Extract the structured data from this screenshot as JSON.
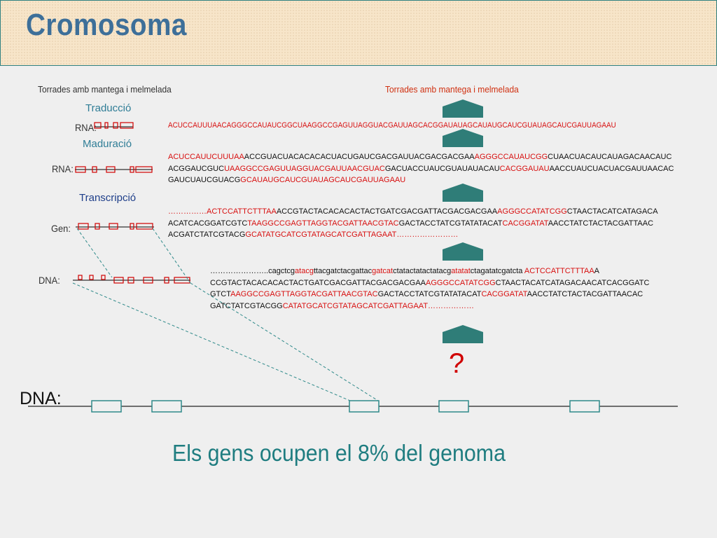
{
  "title": "Cromosoma",
  "labels": {
    "torrades_left": "Torrades amb mantega i melmelada",
    "torrades_right": "Torrades amb mantega i melmelada",
    "traduccio": "Traducció",
    "maduracio": "Maduració",
    "transcripcio": "Transcripció",
    "rna_top": "RNA:",
    "rna_mid": "RNA:",
    "gen": "Gen:",
    "dna_small": "DNA:",
    "dna_big": "DNA:",
    "question": "?",
    "conclusion": "Els gens ocupen el 8% del genoma"
  },
  "sequences": {
    "protein_rna": "ACUCCAUUUAACAGGGCCAUAUCGGCUAAGGCCGAGUUAGGUACGAUUAGCACGGAUAUAGCAUAUGCAUCGUAUAGCAUCGAUUAGAAU",
    "mature": [
      [
        [
          "r",
          "ACUCCAUUCUUUAA"
        ],
        [
          "k",
          "ACCGUACUACACACACUACUGAUCGACGAUUACGACGACGAA"
        ],
        [
          "r",
          "AGGGCCAUAUCGG"
        ],
        [
          "k",
          "CUAACUACAUCAUAGACAACAUC"
        ]
      ],
      [
        [
          "k",
          "ACGGAUCGUC"
        ],
        [
          "r",
          "UAAGGCCGAGUUAGGUACGAUUAACGUAC"
        ],
        [
          "k",
          "GACUACCUAUCGUAUAUACAU"
        ],
        [
          "r",
          "CACGGAUAU"
        ],
        [
          "k",
          "AACCUAUCUACUACGAUUAACAC"
        ]
      ],
      [
        [
          "k",
          "GAUCUAUCGUACG"
        ],
        [
          "r",
          "GCAUAUGCAUCGUAUAGCAUCGAUUAGAAU"
        ]
      ]
    ],
    "gene": [
      [
        [
          "r",
          "……………ACTCCATTCTTTAA"
        ],
        [
          "k",
          "ACCGTACTACACACACTACTGATCGACGATTACGACGACGAA"
        ],
        [
          "r",
          "AGGGCCATATCGG"
        ],
        [
          "k",
          "CTAACTACATCATAGACA"
        ]
      ],
      [
        [
          "k",
          "ACATCACGGATCGTC"
        ],
        [
          "r",
          "TAAGGCCGAGTTAGGTACGATTAACGTAC"
        ],
        [
          "k",
          "GACTACCTATCGTATATACAT"
        ],
        [
          "r",
          "CACGGATAT"
        ],
        [
          "k",
          "AACCTATCTACTACGATTAAC"
        ]
      ],
      [
        [
          "k",
          "ACGATCTATCGTACG"
        ],
        [
          "r",
          "GCATATGCATCGTATAGCATCGATTAGAAT……………………"
        ]
      ]
    ],
    "dna": [
      [
        [
          "k",
          "…………………..cagctcg"
        ],
        [
          "r",
          "atacg"
        ],
        [
          "k",
          "ttacgatctacgattac"
        ],
        [
          "r",
          "gatcat"
        ],
        [
          "k",
          "ctatactatactatacg"
        ],
        [
          "r",
          "atatat"
        ],
        [
          "k",
          "ctagatatcgatcta "
        ],
        [
          "r",
          "ACTCCATTCTTTAA"
        ],
        [
          "k",
          "A"
        ]
      ],
      [
        [
          "k",
          "CCGTACTACACACACTACTGATCGACGATTACGACGACGAA"
        ],
        [
          "r",
          "AGGGCCATATCGG"
        ],
        [
          "k",
          "CTAACTACATCATAGACAACATCACGGATC"
        ]
      ],
      [
        [
          "k",
          "GTCT"
        ],
        [
          "r",
          "AAGGCCGAGTTAGGTACGATTAACGTAC"
        ],
        [
          "k",
          "GACTACCTATCGTATATACAT"
        ],
        [
          "r",
          "CACGGATAT"
        ],
        [
          "k",
          "AACCTATCTACTACGATTAACAC"
        ]
      ],
      [
        [
          "k",
          "GATCTATCGTACGG"
        ],
        [
          "r",
          "CATATGCATCGTATAGCATCGATTAGAAT………………"
        ]
      ]
    ]
  },
  "colors": {
    "title": "#3d6f99",
    "arrow": "#2f7d78",
    "exon_red": "#d00000",
    "gene_box": "#2f8a8a",
    "conclusion": "#1f7d80"
  }
}
